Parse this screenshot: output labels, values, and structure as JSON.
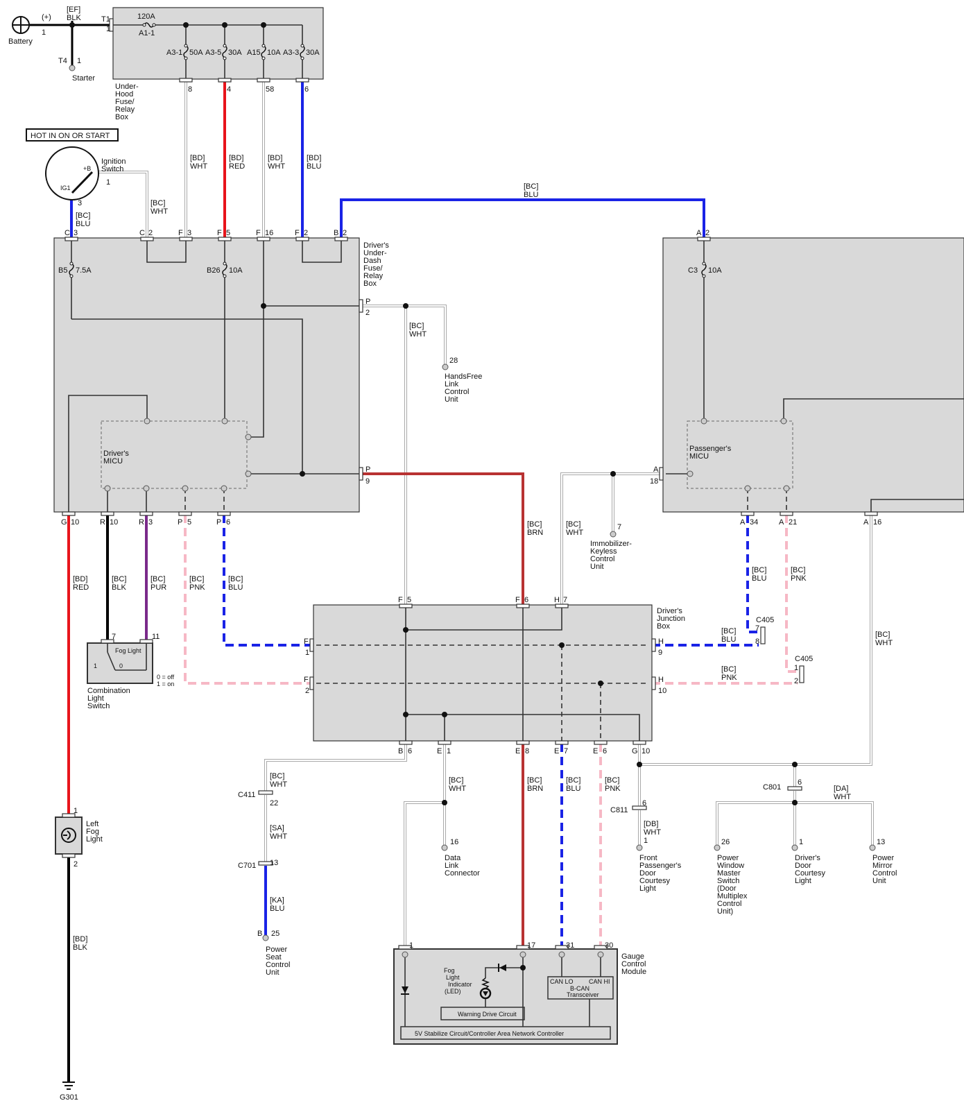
{
  "hot_label": "HOT IN ON OR START",
  "battery": {
    "label": "Battery",
    "plus": "(+)",
    "pin": "1"
  },
  "starter": {
    "label": "Starter",
    "conn": "T4",
    "pin": "1"
  },
  "ef_blk": [
    "[EF]",
    "BLK"
  ],
  "under_hood": {
    "name": [
      "Under-",
      "Hood",
      "Fuse/",
      "Relay",
      "Box"
    ],
    "t1": "T1",
    "t1_pin": "1",
    "main_fuse": "120A",
    "main_fuse_id": "A1-1",
    "fuses": [
      {
        "id": "A3-1",
        "amp": "50A"
      },
      {
        "id": "A3-5",
        "amp": "30A"
      },
      {
        "id": "A15",
        "amp": "10A"
      },
      {
        "id": "A3-3",
        "amp": "30A"
      }
    ],
    "out_pins": [
      "8",
      "4",
      "58",
      "6"
    ]
  },
  "ignition": {
    "name": [
      "Ignition",
      "Switch"
    ],
    "b": "+B",
    "ig1": "IG1",
    "pin_b": "1",
    "pin_ig": "3"
  },
  "wires": {
    "bc_blu": [
      "[BC]",
      "BLU"
    ],
    "bc_wht": [
      "[BC]",
      "WHT"
    ],
    "bd_wht": [
      "[BD]",
      "WHT"
    ],
    "bd_red": [
      "[BD]",
      "RED"
    ],
    "bd_blu": [
      "[BD]",
      "BLU"
    ],
    "bc_blk": [
      "[BC]",
      "BLK"
    ],
    "bc_pur": [
      "[BC]",
      "PUR"
    ],
    "bc_pnk": [
      "[BC]",
      "PNK"
    ],
    "bc_brn": [
      "[BC]",
      "BRN"
    ],
    "bd_blk": [
      "[BD]",
      "BLK"
    ],
    "sa_wht": [
      "[SA]",
      "WHT"
    ],
    "ka_blu": [
      "[KA]",
      "BLU"
    ],
    "db_wht": [
      "[DB]",
      "WHT"
    ],
    "da_wht": [
      "[DA]",
      "WHT"
    ]
  },
  "ddbox": {
    "name": [
      "Driver's",
      "Under-",
      "Dash",
      "Fuse/",
      "Relay",
      "Box"
    ],
    "top_conns": [
      {
        "c": "C",
        "p": "3"
      },
      {
        "c": "C",
        "p": "2"
      },
      {
        "c": "F",
        "p": "3"
      },
      {
        "c": "F",
        "p": "5"
      },
      {
        "c": "F",
        "p": "16"
      },
      {
        "c": "F",
        "p": "2"
      },
      {
        "c": "B",
        "p": "2"
      }
    ],
    "fuse_b5": "B5",
    "fuse_b5_amp": "7.5A",
    "fuse_b26": "B26",
    "fuse_b26_amp": "10A",
    "micu": [
      "Driver's",
      "MICU"
    ],
    "side_p2": {
      "c": "P",
      "p": "2"
    },
    "side_p9": {
      "c": "P",
      "p": "9"
    },
    "bot_conns": [
      {
        "c": "G",
        "p": "10"
      },
      {
        "c": "R",
        "p": "10"
      },
      {
        "c": "R",
        "p": "3"
      },
      {
        "c": "P",
        "p": "5"
      },
      {
        "c": "P",
        "p": "6"
      }
    ]
  },
  "pbox": {
    "top": {
      "c": "A",
      "p": "2"
    },
    "fuse": "C3",
    "fuse_amp": "10A",
    "micu": [
      "Passenger's",
      "MICU"
    ],
    "side": {
      "c": "A",
      "p": "18"
    },
    "bot_conns": [
      {
        "c": "A",
        "p": "34"
      },
      {
        "c": "A",
        "p": "21"
      },
      {
        "c": "A",
        "p": "16"
      }
    ]
  },
  "handsfree": {
    "pin": "28",
    "name": [
      "HandsFree",
      "Link",
      "Control",
      "Unit"
    ]
  },
  "immob": {
    "pin": "7",
    "name": [
      "Immobilizer-",
      "Keyless",
      "Control",
      "Unit"
    ]
  },
  "combo": {
    "name": [
      "Combination",
      "Light",
      "Switch"
    ],
    "inner": "Fog Light",
    "pin_l": "7",
    "pin_r": "11",
    "legend": [
      "0 = off",
      "1 = on"
    ],
    "s1": "1",
    "s0": "0"
  },
  "left_fog": {
    "name": [
      "Left",
      "Fog",
      "Light"
    ],
    "pin_top": "1",
    "pin_bot": "2"
  },
  "ground": "G301",
  "djb": {
    "name": [
      "Driver's",
      "Junction",
      "Box"
    ],
    "top_conns": [
      {
        "c": "F",
        "p": "5"
      },
      {
        "c": "F",
        "p": "6"
      },
      {
        "c": "H",
        "p": "7"
      }
    ],
    "left_conns": [
      {
        "c": "F",
        "p": "1"
      },
      {
        "c": "F",
        "p": "2"
      }
    ],
    "right_conns": [
      {
        "c": "H",
        "p": "9"
      },
      {
        "c": "H",
        "p": "10"
      }
    ],
    "bot_conns": [
      {
        "c": "B",
        "p": "6"
      },
      {
        "c": "E",
        "p": "1"
      },
      {
        "c": "E",
        "p": "8"
      },
      {
        "c": "E",
        "p": "7"
      },
      {
        "c": "E",
        "p": "6"
      },
      {
        "c": "G",
        "p": "10"
      }
    ]
  },
  "c405": {
    "label": "C405",
    "p7": "7",
    "p8": "8",
    "p1": "1",
    "p2": "2"
  },
  "c411": {
    "label": "C411",
    "pin": "22"
  },
  "c701": {
    "label": "C701",
    "pin": "13"
  },
  "c811": {
    "label": "C811",
    "pin": "6"
  },
  "c801": {
    "label": "C801",
    "pin": "6"
  },
  "power_seat": {
    "c": "B",
    "pin": "25",
    "name": [
      "Power",
      "Seat",
      "Control",
      "Unit"
    ]
  },
  "dlc": {
    "pin": "16",
    "name": [
      "Data",
      "Link",
      "Connector"
    ]
  },
  "front_pass": {
    "pin": "1",
    "name": [
      "Front",
      "Passenger's",
      "Door",
      "Courtesy",
      "Light"
    ]
  },
  "pwm": {
    "pin": "26",
    "name": [
      "Power",
      "Window",
      "Master",
      "Switch",
      "(Door",
      "Multiplex",
      "Control",
      "Unit)"
    ]
  },
  "driver_door": {
    "pin": "1",
    "name": [
      "Driver's",
      "Door",
      "Courtesy",
      "Light"
    ]
  },
  "mirror": {
    "pin": "13",
    "name": [
      "Power",
      "Mirror",
      "Control",
      "Unit"
    ]
  },
  "gauge": {
    "name": [
      "Gauge",
      "Control",
      "Module"
    ],
    "pins": [
      "1",
      "17",
      "31",
      "30"
    ],
    "fog_ind": [
      "Fog",
      "Light",
      "Indicator",
      "(LED)"
    ],
    "warn": "Warning Drive Circuit",
    "can_lo": "CAN LO",
    "can_hi": "CAN HI",
    "bcan": [
      "B-CAN",
      "Transceiver"
    ],
    "stab": "5V Stabilize Circuit/Controller Area Network Controller"
  },
  "colors": {
    "red": "#e8141b",
    "blue": "#1a23e6",
    "pink": "#f6b8c5",
    "brown": "#b83232",
    "purple": "#7a2a8a",
    "white_wire": "#a9a9a9",
    "black": "#000000",
    "box": "#d9d9d9"
  }
}
